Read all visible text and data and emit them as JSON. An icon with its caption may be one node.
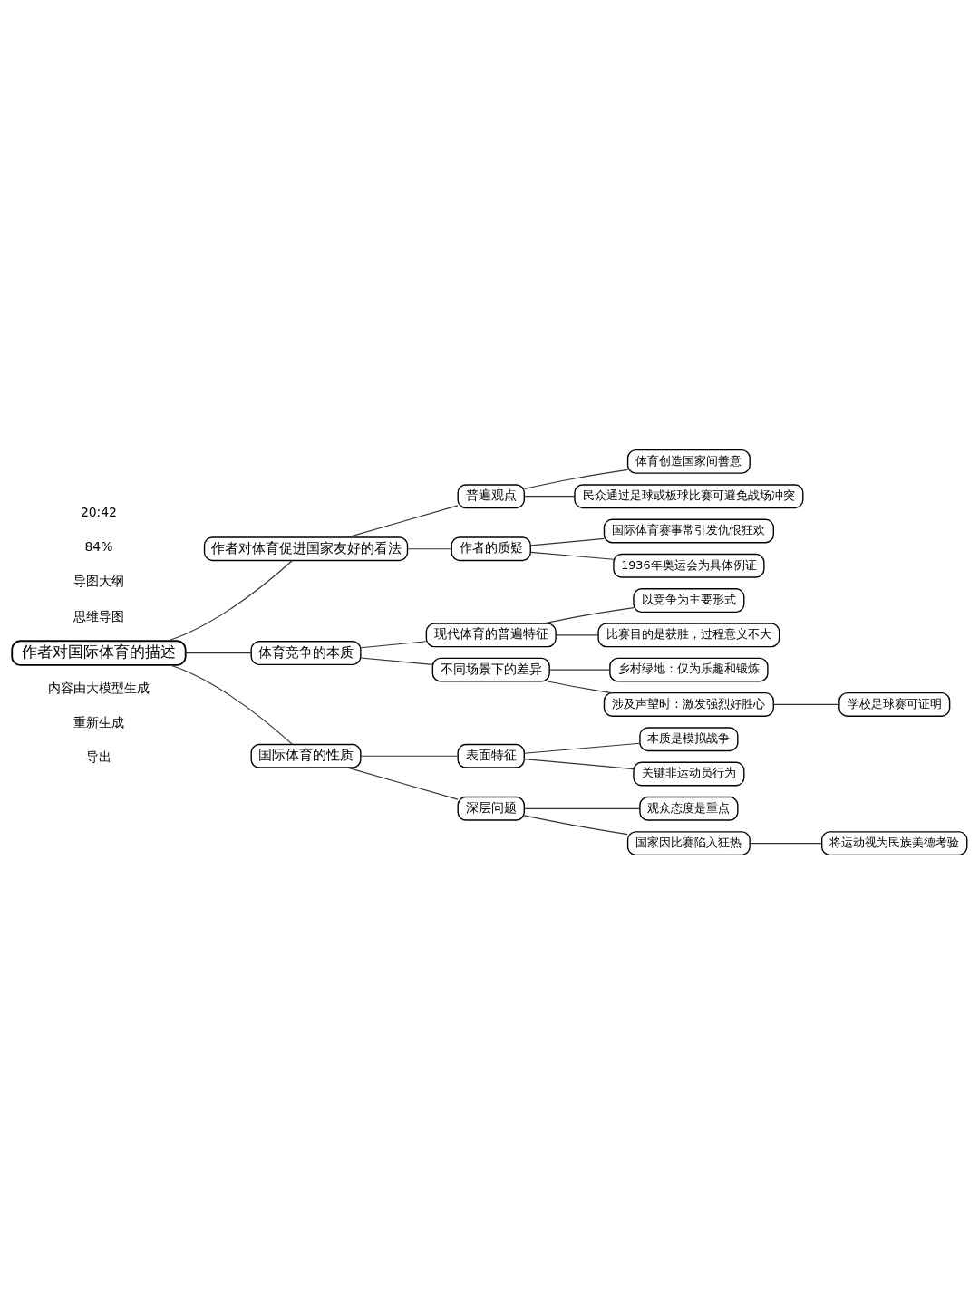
{
  "diagram": {
    "nodes": [
      {
        "text": [
          "作者对国际体育的描述"
        ]
      },
      {
        "text": [
          "作者对体育促进国家友好的看法"
        ]
      },
      {
        "text": [
          "普遍观点"
        ]
      },
      {
        "text": [
          "体育创造国家间善意"
        ]
      },
      {
        "text": [
          "民众通过足球或板球比赛可避免战场冲突"
        ]
      },
      {
        "text": [
          "作者的质疑"
        ]
      },
      {
        "text": [
          "国际体育赛事常引发仇恨狂欢"
        ]
      },
      {
        "text": [
          "1936年奥运会为具体例证"
        ]
      },
      {
        "text": [
          "体育竞争的本质"
        ]
      },
      {
        "text": [
          "现代体育的普遍特征"
        ]
      },
      {
        "text": [
          "以竞争为主要形式"
        ]
      },
      {
        "text": [
          "比赛目的是获胜，过程意义不大"
        ]
      },
      {
        "text": [
          "不同场景下的差异"
        ]
      },
      {
        "text": [
          "乡村绿地：仅为乐趣和锻炼"
        ]
      },
      {
        "text": [
          "涉及声望时：激发强烈好胜心"
        ]
      },
      {
        "text": [
          "学校足球赛可证明"
        ]
      },
      {
        "text": [
          "国际体育的性质"
        ]
      },
      {
        "text": [
          "表面特征"
        ]
      },
      {
        "text": [
          "本质是模拟战争"
        ]
      },
      {
        "text": [
          "关键非运动员行为"
        ]
      },
      {
        "text": [
          "深层问题"
        ]
      },
      {
        "text": [
          "观众态度是重点"
        ]
      },
      {
        "text": [
          "国家因比赛陷入狂热"
        ]
      },
      {
        "text": [
          "将运动视为民族美德考验"
        ]
      }
    ],
    "edges": [
      {
        "from": 0,
        "to": 1,
        "arrow": "none"
      },
      {
        "from": 1,
        "to": 2,
        "arrow": "none"
      },
      {
        "from": 2,
        "to": 3,
        "arrow": "none"
      },
      {
        "from": 2,
        "to": 4,
        "arrow": "none"
      },
      {
        "from": 1,
        "to": 5,
        "arrow": "none"
      },
      {
        "from": 5,
        "to": 6,
        "arrow": "none"
      },
      {
        "from": 5,
        "to": 7,
        "arrow": "none"
      },
      {
        "from": 0,
        "to": 8,
        "arrow": "none"
      },
      {
        "from": 8,
        "to": 9,
        "arrow": "none"
      },
      {
        "from": 9,
        "to": 10,
        "arrow": "none"
      },
      {
        "from": 9,
        "to": 11,
        "arrow": "none"
      },
      {
        "from": 8,
        "to": 12,
        "arrow": "none"
      },
      {
        "from": 12,
        "to": 13,
        "arrow": "none"
      },
      {
        "from": 12,
        "to": 14,
        "arrow": "none"
      },
      {
        "from": 14,
        "to": 15,
        "arrow": "none"
      },
      {
        "from": 0,
        "to": 16,
        "arrow": "none"
      },
      {
        "from": 16,
        "to": 17,
        "arrow": "none"
      },
      {
        "from": 17,
        "to": 18,
        "arrow": "none"
      },
      {
        "from": 17,
        "to": 19,
        "arrow": "none"
      },
      {
        "from": 16,
        "to": 20,
        "arrow": "none"
      },
      {
        "from": 20,
        "to": 21,
        "arrow": "none"
      },
      {
        "from": 20,
        "to": 22,
        "arrow": "none"
      },
      {
        "from": 22,
        "to": 23,
        "arrow": "none"
      }
    ],
    "labels": [
      "20:42",
      "84%",
      "导图大纲",
      "思维导图",
      "内容由大模型生成",
      "重新生成",
      "导出"
    ]
  }
}
